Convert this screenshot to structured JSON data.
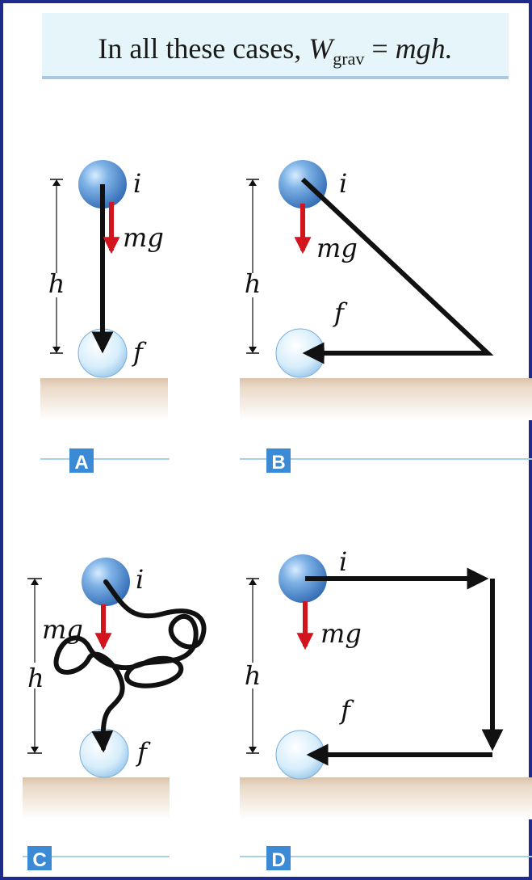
{
  "caption": {
    "prefix": "In all these cases, ",
    "w_symbol": "W",
    "w_subscript": "grav",
    "equals": " = ",
    "rhs": "mgh."
  },
  "labels": {
    "initial": "i",
    "final": "f",
    "weight": "mg",
    "height": "h"
  },
  "panels": [
    "A",
    "B",
    "C",
    "D"
  ],
  "colors": {
    "frame": "#1e2a8c",
    "caption_bg": "#e6f5fa",
    "caption_rule": "#a9c8e4",
    "ball": "#4b8fd0",
    "ball_final": "#d4ecfa",
    "ground": "#e8d6c2",
    "weight_arrow": "#d2141e",
    "path_arrow": "#111111",
    "panel_label_bg": "#3a8ad6",
    "panel_rule": "#a8d0ea"
  }
}
